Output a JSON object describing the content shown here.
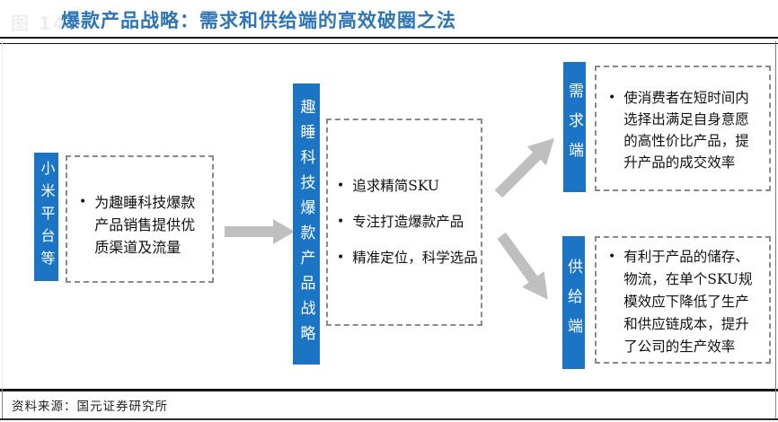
{
  "figure": {
    "faint_label": "图 14：",
    "title": "爆款产品战略：需求和供给端的高效破圈之法",
    "source": "资料来源：国元证券研究所"
  },
  "ui": {
    "bullet_marker": "•"
  },
  "diagram": {
    "left": {
      "bar_label": "小米平台等",
      "bullet": "为趣睡科技爆款产品销售提供优质渠道及流量"
    },
    "center": {
      "bar_label": "趣睡科技爆款产品战略",
      "bullets": [
        "追求精简SKU",
        "专注打造爆款产品",
        "精准定位，科学选品"
      ]
    },
    "demand": {
      "bar_label": "需求端",
      "bullet": "使消费者在短时间内选择出满足自身意愿的高性价比产品，提升产品的成交效率"
    },
    "supply": {
      "bar_label": "供给端",
      "bullet": "有利于产品的储存、物流，在单个SKU规模效应下降低了生产和供应链成本，提升了公司的生产效率"
    },
    "arrows": {
      "main": "right-arrow",
      "to_demand": "up-right-arrow",
      "to_supply": "down-right-arrow"
    }
  },
  "colors": {
    "bar_blue": "#1B74C4",
    "title_blue": "#2E75B6",
    "arrow_gray": "#BFBFBF",
    "dash_gray": "#8A8A8A",
    "rule_black": "#141414"
  }
}
